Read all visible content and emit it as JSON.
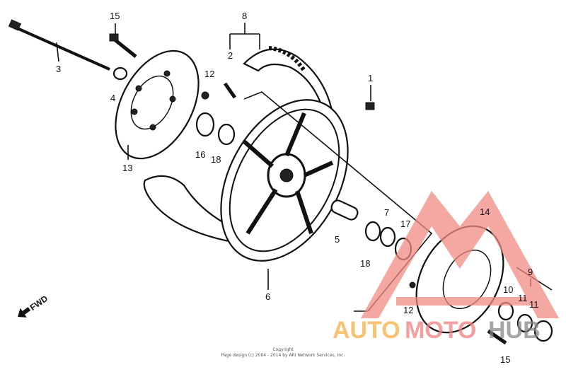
{
  "diagram": {
    "callouts": [
      "15",
      "8",
      "3",
      "2",
      "12",
      "1",
      "4",
      "16",
      "18",
      "13",
      "14",
      "5",
      "7",
      "17",
      "18",
      "6",
      "9",
      "10",
      "11",
      "11",
      "12",
      "15"
    ],
    "direction_label": "FWD",
    "copyright": {
      "line1": "Copyright",
      "line2": "Page design (c) 2004 - 2014 by ARI Network Services, Inc."
    },
    "watermark": {
      "part1": "AUTO",
      "part2": "MOTO",
      "part3": "HUB",
      "colors": {
        "auto": "#f5b041",
        "moto": "#f08080",
        "hub": "#888888",
        "logo": "#f28b82"
      }
    }
  }
}
